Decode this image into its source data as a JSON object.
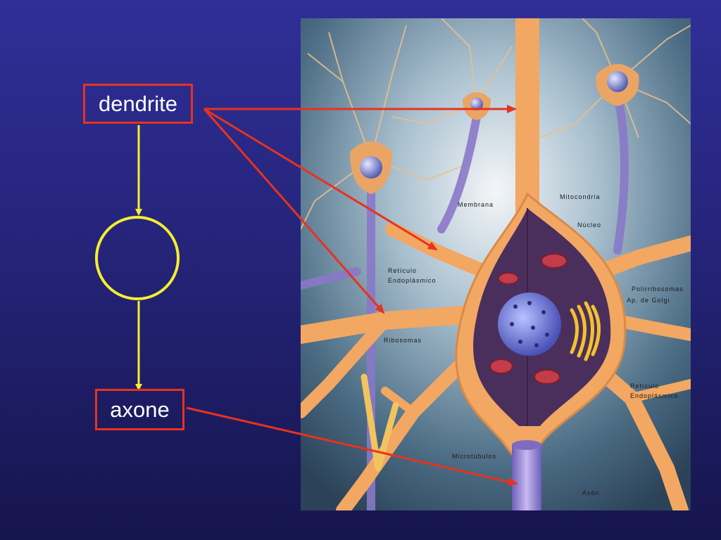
{
  "diagram": {
    "labels": {
      "dendrite": "dendrite",
      "axone": "axone"
    },
    "image_labels": {
      "membrana": "Membrana",
      "mitocondria": "Mitocondria",
      "nucleo": "Núcleo",
      "reticulo_1_line1": "Retículo",
      "reticulo_1_line2": "Endoplásmico",
      "polirribosomas": "Polirribosomas",
      "golgi": "Ap. de Golgi",
      "ribosomas": "Ribosomas",
      "reticulo_2_line1": "Retículo",
      "reticulo_2_line2": "Endoplásmico",
      "microtubulos": "Microtúbulos",
      "axon": "Axón"
    },
    "colors": {
      "label_border": "#e8321e",
      "arrow_red": "#e8321e",
      "soma_circle": "#f4ee2e",
      "connector_yellow": "#f4ee2e"
    }
  }
}
